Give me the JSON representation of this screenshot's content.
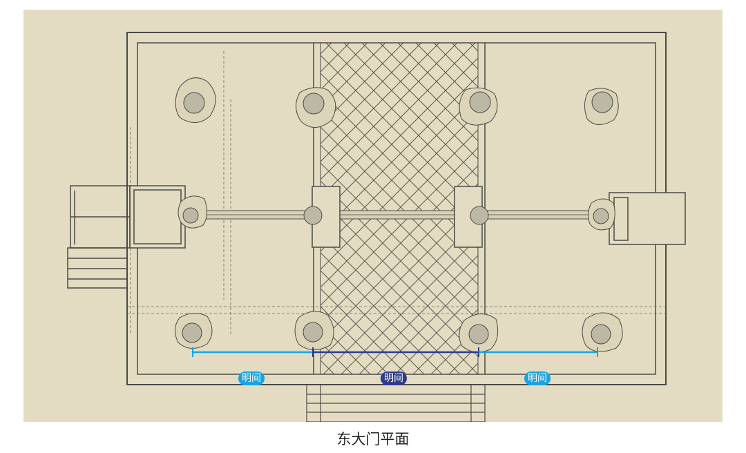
{
  "figure": {
    "paper_color": "#e3dcc2",
    "line_color": "#4a4a44",
    "bays": [
      {
        "label": "明间",
        "color": "#1aa3e0"
      },
      {
        "label": "明间",
        "color": "#2e3a8a"
      },
      {
        "label": "明间",
        "color": "#1aa3e0"
      }
    ]
  },
  "caption": "东大门平面"
}
